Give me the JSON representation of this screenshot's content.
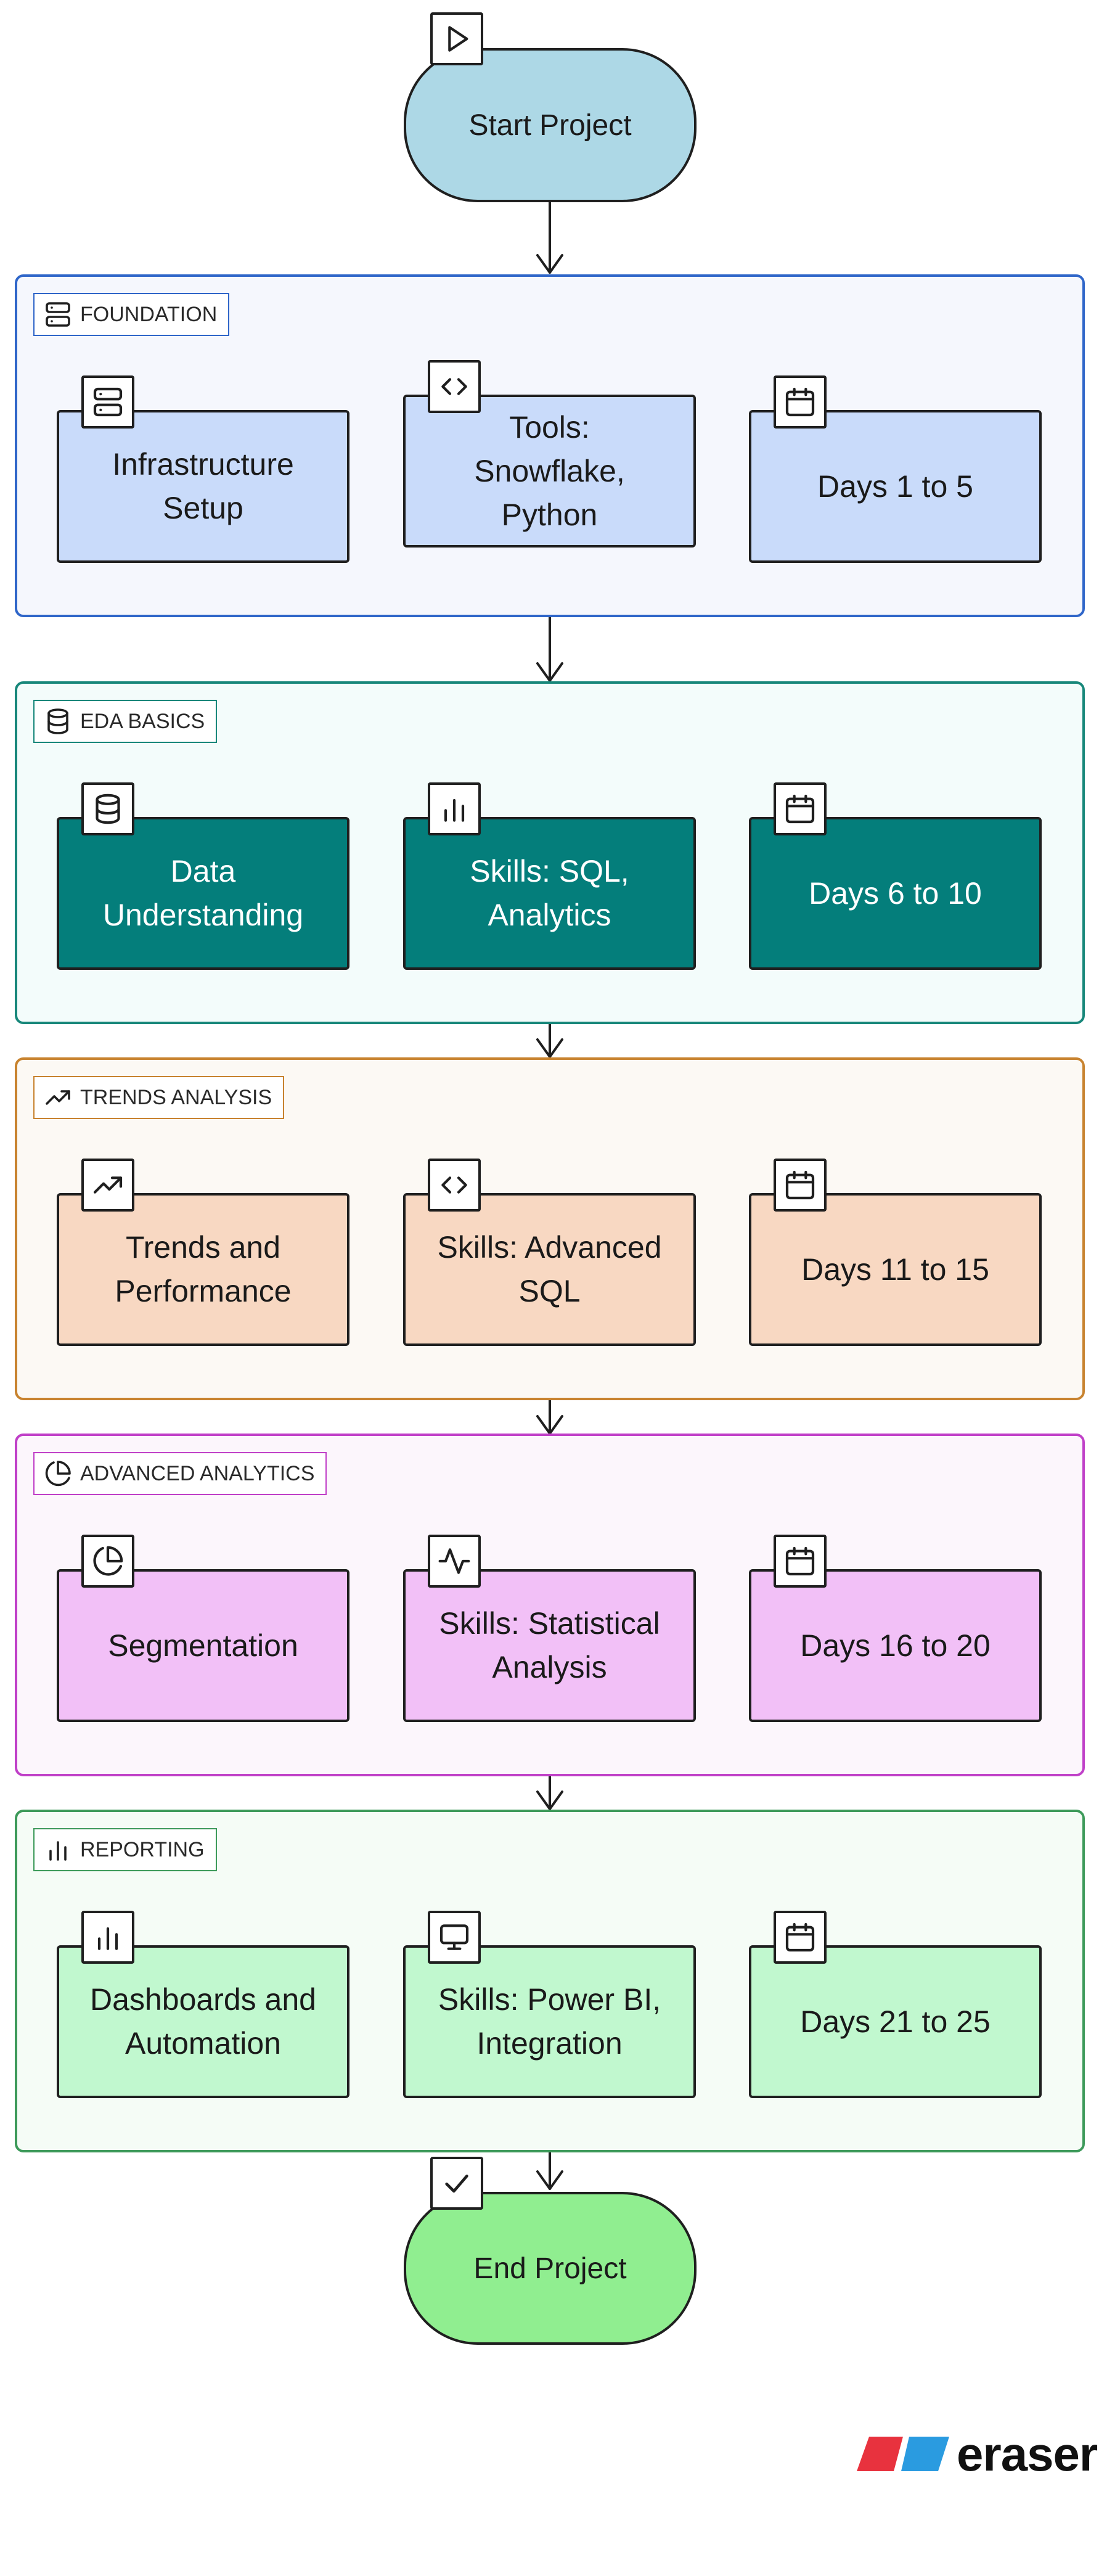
{
  "start": {
    "label": "Start Project",
    "icon": "play-icon"
  },
  "end": {
    "label": "End Project",
    "icon": "check-icon"
  },
  "phases": [
    {
      "tag": "FOUNDATION",
      "tag_icon": "server-icon",
      "border_color": "#2f66c9",
      "bg_color": "#f5f7fd",
      "node_fill": "#c9dbfa",
      "nodes": [
        {
          "label": "Infrastructure\nSetup",
          "icon": "server-icon"
        },
        {
          "label": "Tools:\nSnowflake,\nPython",
          "icon": "code-icon"
        },
        {
          "label": "Days 1 to 5",
          "icon": "calendar-icon"
        }
      ]
    },
    {
      "tag": "EDA BASICS",
      "tag_icon": "database-icon",
      "border_color": "#17877a",
      "bg_color": "#f3fcfb",
      "node_fill": "#047e7b",
      "nodes": [
        {
          "label": "Data\nUnderstanding",
          "icon": "database-icon"
        },
        {
          "label": "Skills: SQL,\nAnalytics",
          "icon": "bar-chart-icon"
        },
        {
          "label": "Days 6 to 10",
          "icon": "calendar-icon"
        }
      ]
    },
    {
      "tag": "TRENDS ANALYSIS",
      "tag_icon": "trending-up-icon",
      "border_color": "#c8832f",
      "bg_color": "#fcf9f4",
      "node_fill": "#f8d8c2",
      "nodes": [
        {
          "label": "Trends and\nPerformance",
          "icon": "trending-up-icon"
        },
        {
          "label": "Skills: Advanced\nSQL",
          "icon": "code-icon"
        },
        {
          "label": "Days 11 to 15",
          "icon": "calendar-icon"
        }
      ]
    },
    {
      "tag": "ADVANCED ANALYTICS",
      "tag_icon": "pie-chart-icon",
      "border_color": "#c040c8",
      "bg_color": "#fcf6fc",
      "node_fill": "#f2c0f7",
      "nodes": [
        {
          "label": "Segmentation",
          "icon": "pie-chart-icon"
        },
        {
          "label": "Skills: Statistical\nAnalysis",
          "icon": "activity-icon"
        },
        {
          "label": "Days 16 to 20",
          "icon": "calendar-icon"
        }
      ]
    },
    {
      "tag": "REPORTING",
      "tag_icon": "bar-chart-icon",
      "border_color": "#3d9a5a",
      "bg_color": "#f5fcf6",
      "node_fill": "#c1f8cf",
      "nodes": [
        {
          "label": "Dashboards and\nAutomation",
          "icon": "bar-chart-icon"
        },
        {
          "label": "Skills: Power BI,\nIntegration",
          "icon": "monitor-icon"
        },
        {
          "label": "Days 21 to 25",
          "icon": "calendar-icon"
        }
      ]
    }
  ],
  "colors": {
    "start_fill": "#add8e6",
    "end_fill": "#90ee90",
    "stroke": "#1f1f1f"
  },
  "brand": {
    "label": "eraser",
    "logo_colors": [
      "#e8323e",
      "#2a9be0"
    ]
  }
}
